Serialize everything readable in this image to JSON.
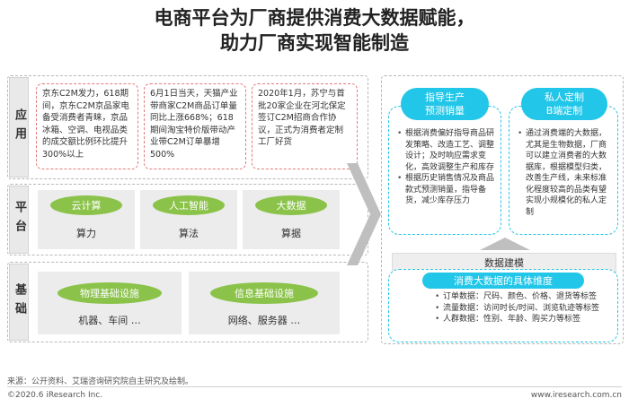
{
  "title": {
    "line1": "电商平台为厂商提供消费大数据赋能，",
    "line2": "助力厂商实现智能制造"
  },
  "layers": {
    "application": {
      "label": "应用",
      "cards": [
        "京东C2M发力，618期间，京东C2M京品家电备受消费者青睐，京品冰箱、空调、电视品类的成交额比例环比提升300%以上",
        "6月1日当天，天猫产业带商家C2M商品订单量同比上涨668%；618期间淘宝特价版带动产业带C2M订单暴增500%",
        "2020年1月，苏宁与首批20家企业在河北保定签订C2M招商合作协议，正式为消费者定制工厂好货"
      ]
    },
    "platform": {
      "label": "平台",
      "items": [
        {
          "name": "云计算",
          "sub": "算力"
        },
        {
          "name": "人工智能",
          "sub": "算法"
        },
        {
          "name": "大数据",
          "sub": "算据"
        }
      ]
    },
    "foundation": {
      "label": "基础",
      "items": [
        {
          "name": "物理基础设施",
          "sub": "机器、车间 …"
        },
        {
          "name": "信息基础设施",
          "sub": "网络、服务器 …"
        }
      ]
    }
  },
  "right_panel": {
    "guide": {
      "title_l1": "指导生产",
      "title_l2": "预测销量",
      "bullets": [
        "根据消费偏好指导商品研发策略、改造工艺、调整设计；及时响应需求变化，高效调整生产和库存",
        "根据历史销售情况及商品款式预测销量，指导备货，减少库存压力"
      ]
    },
    "custom": {
      "title_l1": "私人定制",
      "title_l2": "B端定制",
      "bullets": [
        "通过消费端的大数据，尤其是生物数据，厂商可以建立消费者的大数据库，根据模型归类，改善生产线，未来标准化程度较高的品类有望实现小规模化的私人定制"
      ]
    },
    "modeling_label": "数据建模",
    "dimensions": {
      "title": "消费大数据的具体维度",
      "rows": [
        "订单数据：尺码、颜色、价格、退货等标签",
        "流量数据：访问时长/时间、浏览轨迹等标签",
        "人群数据：性别、年龄、购买力等标签"
      ]
    }
  },
  "footer": {
    "source": "来源：公开资料、艾瑞咨询研究院自主研究及绘制。",
    "copyright": "©2020.6 iResearch Inc.",
    "website": "www.iresearch.com.cn"
  },
  "colors": {
    "green": "#8bc34a",
    "cyan": "#22c6e8",
    "red_dashed": "#e37b7b",
    "arrow_gray": "#bfbfbf"
  }
}
